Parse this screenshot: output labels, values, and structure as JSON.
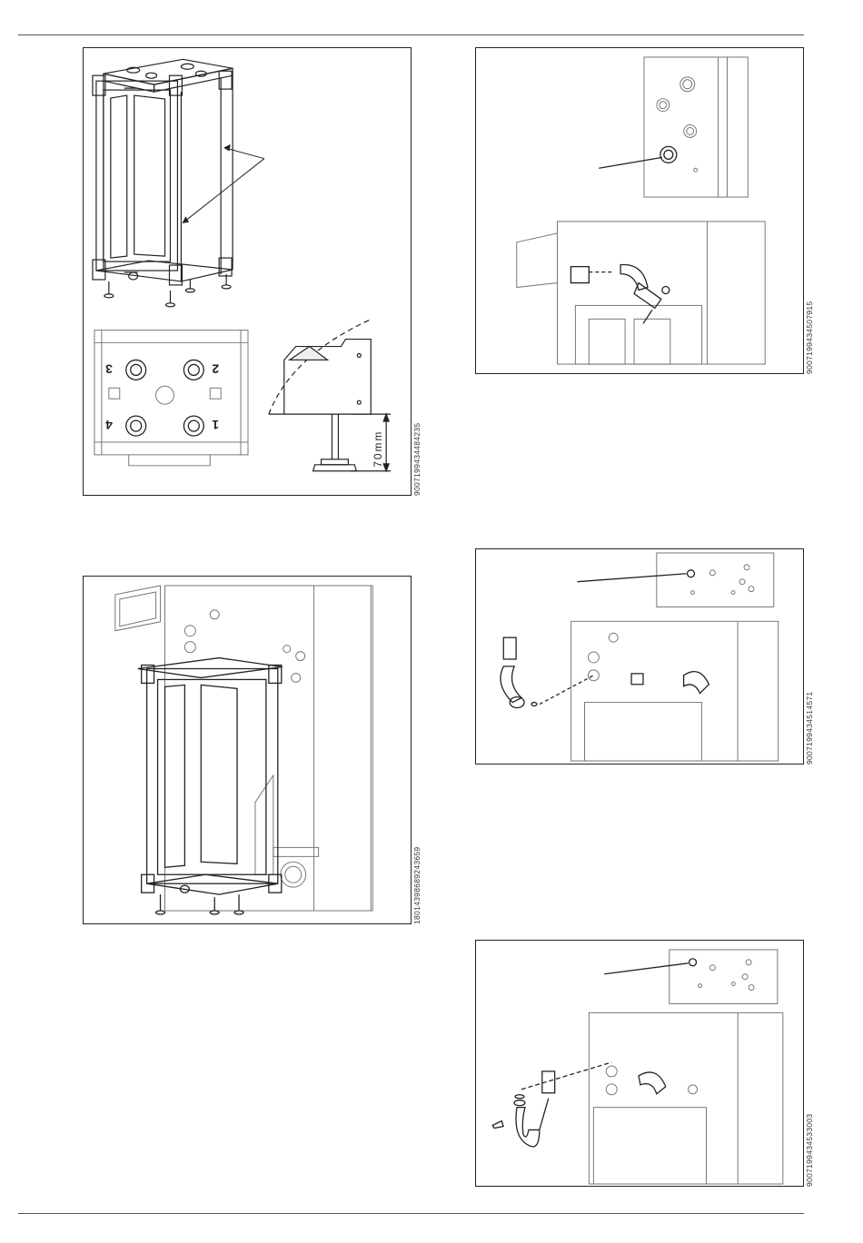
{
  "figures": [
    {
      "code": "9007199434484235",
      "port_labels": [
        "1",
        "2",
        "3",
        "4"
      ],
      "dimension": "70mm"
    },
    {
      "code": "18014398689243659"
    },
    {
      "code": "9007199434507915"
    },
    {
      "code": "9007199434514571"
    },
    {
      "code": "9007199434533003"
    }
  ]
}
